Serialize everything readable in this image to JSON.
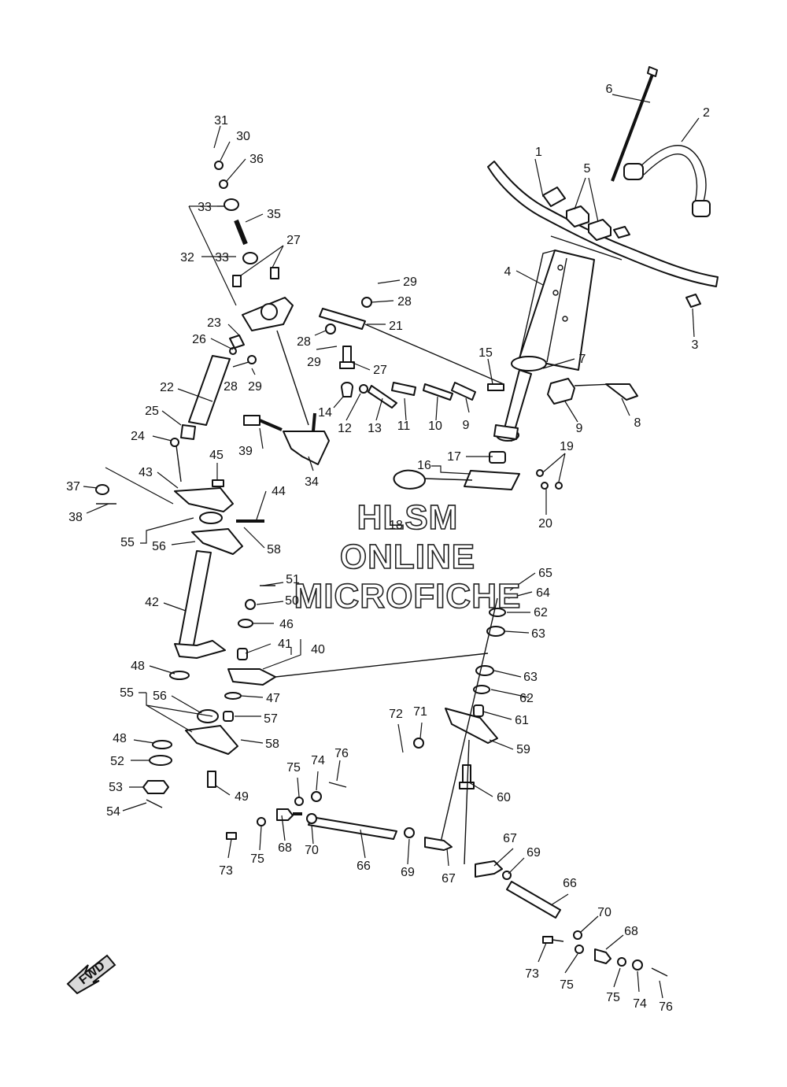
{
  "watermark": {
    "line1": "HLSM",
    "line2": "ONLINE",
    "line3": "MICROFICHE"
  },
  "fwd_label": "FWD",
  "callouts": [
    {
      "label": "1"
    },
    {
      "label": "2"
    },
    {
      "label": "3"
    },
    {
      "label": "4"
    },
    {
      "label": "5"
    },
    {
      "label": "6"
    },
    {
      "label": "7"
    },
    {
      "label": "8"
    },
    {
      "label": "9"
    },
    {
      "label": "9"
    },
    {
      "label": "10"
    },
    {
      "label": "11"
    },
    {
      "label": "12"
    },
    {
      "label": "13"
    },
    {
      "label": "14"
    },
    {
      "label": "15"
    },
    {
      "label": "16"
    },
    {
      "label": "17"
    },
    {
      "label": "18"
    },
    {
      "label": "19"
    },
    {
      "label": "20"
    },
    {
      "label": "21"
    },
    {
      "label": "22"
    },
    {
      "label": "23"
    },
    {
      "label": "24"
    },
    {
      "label": "25"
    },
    {
      "label": "26"
    },
    {
      "label": "27"
    },
    {
      "label": "27"
    },
    {
      "label": "28"
    },
    {
      "label": "28"
    },
    {
      "label": "28"
    },
    {
      "label": "29"
    },
    {
      "label": "29"
    },
    {
      "label": "29"
    },
    {
      "label": "30"
    },
    {
      "label": "31"
    },
    {
      "label": "32"
    },
    {
      "label": "33"
    },
    {
      "label": "33"
    },
    {
      "label": "34"
    },
    {
      "label": "35"
    },
    {
      "label": "36"
    },
    {
      "label": "37"
    },
    {
      "label": "38"
    },
    {
      "label": "39"
    },
    {
      "label": "40"
    },
    {
      "label": "41"
    },
    {
      "label": "42"
    },
    {
      "label": "43"
    },
    {
      "label": "44"
    },
    {
      "label": "45"
    },
    {
      "label": "46"
    },
    {
      "label": "47"
    },
    {
      "label": "48"
    },
    {
      "label": "48"
    },
    {
      "label": "49"
    },
    {
      "label": "50"
    },
    {
      "label": "51"
    },
    {
      "label": "52"
    },
    {
      "label": "53"
    },
    {
      "label": "54"
    },
    {
      "label": "55"
    },
    {
      "label": "55"
    },
    {
      "label": "56"
    },
    {
      "label": "56"
    },
    {
      "label": "57"
    },
    {
      "label": "58"
    },
    {
      "label": "58"
    },
    {
      "label": "59"
    },
    {
      "label": "60"
    },
    {
      "label": "61"
    },
    {
      "label": "62"
    },
    {
      "label": "62"
    },
    {
      "label": "63"
    },
    {
      "label": "63"
    },
    {
      "label": "64"
    },
    {
      "label": "65"
    },
    {
      "label": "66"
    },
    {
      "label": "66"
    },
    {
      "label": "67"
    },
    {
      "label": "67"
    },
    {
      "label": "68"
    },
    {
      "label": "68"
    },
    {
      "label": "69"
    },
    {
      "label": "69"
    },
    {
      "label": "70"
    },
    {
      "label": "70"
    },
    {
      "label": "71"
    },
    {
      "label": "72"
    },
    {
      "label": "73"
    },
    {
      "label": "73"
    },
    {
      "label": "74"
    },
    {
      "label": "74"
    },
    {
      "label": "75"
    },
    {
      "label": "75"
    },
    {
      "label": "75"
    },
    {
      "label": "75"
    },
    {
      "label": "76"
    },
    {
      "label": "76"
    }
  ]
}
